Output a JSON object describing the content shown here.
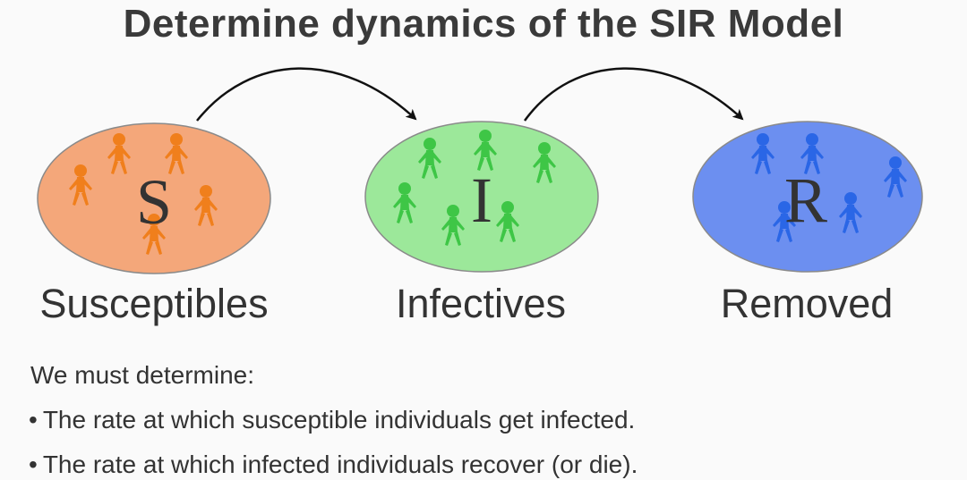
{
  "title": "Determine dynamics of the SIR Model",
  "compartments": [
    {
      "letter": "S",
      "label": "Susceptibles",
      "fill": "#f4a77a",
      "figure_color": "#f07f1c"
    },
    {
      "letter": "I",
      "label": "Infectives",
      "fill": "#9ce89a",
      "figure_color": "#3ec646"
    },
    {
      "letter": "R",
      "label": "Removed",
      "fill": "#6c8ff0",
      "figure_color": "#2a66e6"
    }
  ],
  "intro": "We must determine:",
  "bullets": [
    "The rate at which susceptible individuals get infected.",
    "The rate at which infected individuals recover (or die)."
  ],
  "bullet_symbol": "•"
}
